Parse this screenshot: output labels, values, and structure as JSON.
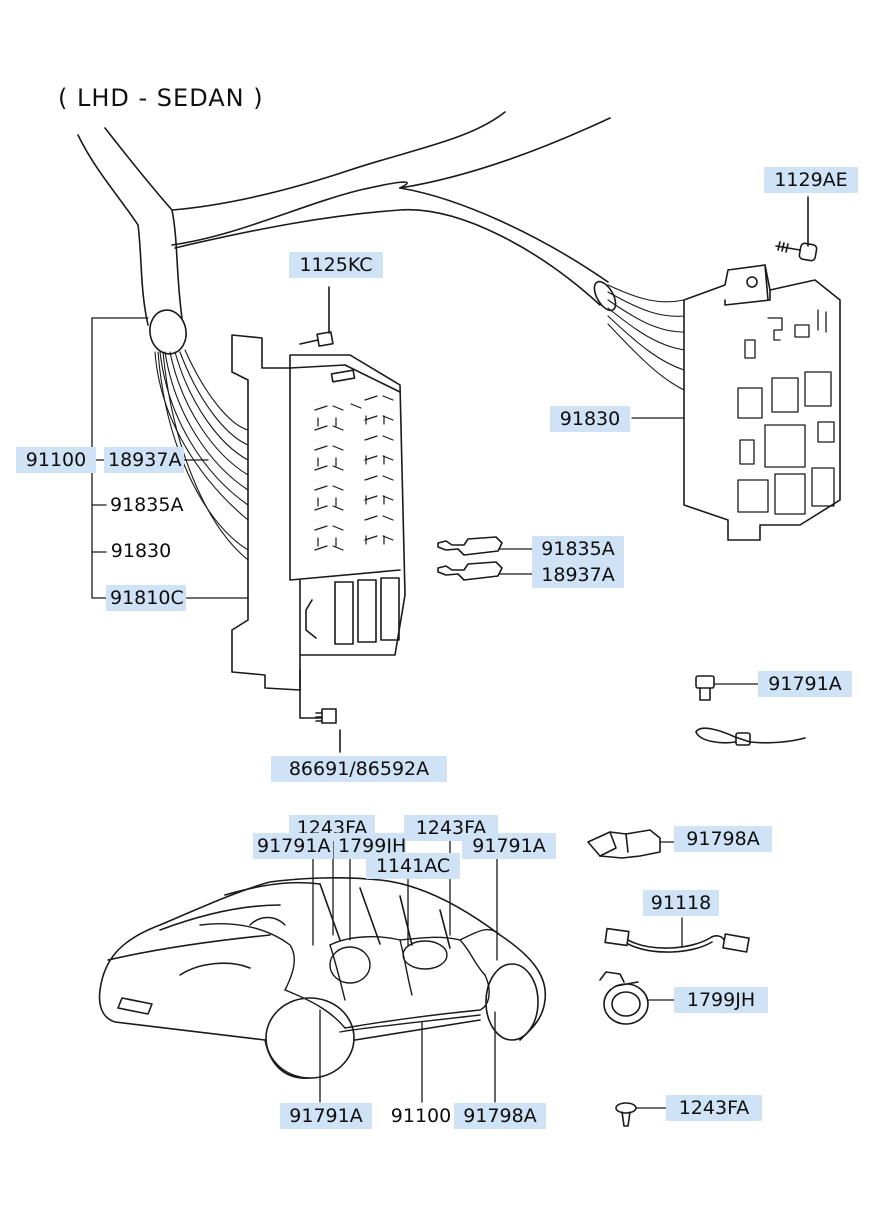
{
  "title": "( LHD - SEDAN )",
  "colors": {
    "label_highlight": "#cfe2f6",
    "line": "#1a1a1a",
    "background": "#ffffff"
  },
  "labels": {
    "p1129AE": "1129AE",
    "p1125KC": "1125KC",
    "p91830_right": "91830",
    "p91100_left": "91100",
    "p18937A_left": "18937A",
    "p91835A_left": "91835A",
    "p91830_left": "91830",
    "p91810C": "91810C",
    "p91835A_fuse": "91835A",
    "p18937A_fuse": "18937A",
    "p91791A_bolt": "91791A",
    "p86691": "86691/86592A",
    "p1243FA_a": "1243FA",
    "p1243FA_b": "1243FA",
    "p91791A_a": "91791A",
    "p1799JH_top": "1799JH",
    "p1141AC": "1141AC",
    "p91791A_b": "91791A",
    "p91798A_conn": "91798A",
    "p91118": "91118",
    "p1799JH_clip": "1799JH",
    "p91791A_bottom": "91791A",
    "p91100_bottom": "91100",
    "p91798A_bottom": "91798A",
    "p1243FA_screw": "1243FA"
  }
}
